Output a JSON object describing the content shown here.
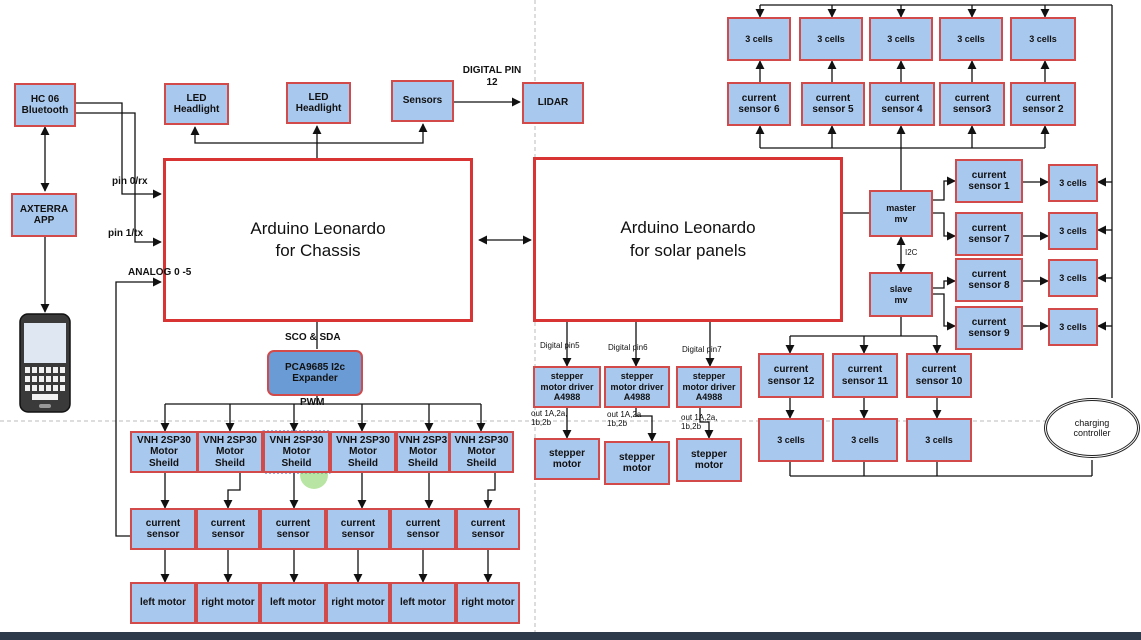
{
  "colors": {
    "box_fill": "#a9c8ee",
    "box_border": "#d24a4a",
    "pca_fill": "#6b9bd4",
    "wire": "#111111"
  },
  "nodes": {
    "hc06": "HC 06\nBluetooth",
    "axterra": "AXTERRA\nAPP",
    "led1": "LED\nHeadlight",
    "led2": "LED\nHeadlight",
    "sensors": "Sensors",
    "lidar": "LIDAR",
    "chassis": "Arduino Leonardo\nfor Chassis",
    "solar": "Arduino Leonardo\nfor solar panels",
    "pca": "PCA9685 I2c\nExpander",
    "vnh": [
      "VNH 2SP30\nMotor\nSheild",
      "VNH 2SP30\nMotor\nSheild",
      "VNH 2SP30\nMotor\nSheild",
      "VNH 2SP30\nMotor\nSheild",
      "VNH 2SP3\nMotor\nSheild",
      "VNH 2SP30\nMotor\nSheild"
    ],
    "current_sensor": [
      "current\nsensor",
      "current\nsensor",
      "current\nsensor",
      "current\nsensor",
      "current\nsensor",
      "current\nsensor"
    ],
    "motors": [
      "left motor",
      "right motor",
      "left motor",
      "right motor",
      "left motor",
      "right motor"
    ],
    "stepper_drivers": [
      "stepper\nmotor driver\nA4988",
      "stepper\nmotor driver\nA4988",
      "stepper\nmotor driver\nA4988"
    ],
    "stepper_motors": [
      "stepper\nmotor",
      "stepper\nmotor",
      "stepper\nmotor"
    ],
    "top_cells": [
      "3 cells",
      "3 cells",
      "3 cells",
      "3 cells",
      "3 cells"
    ],
    "top_sensors": [
      "current\nsensor 6",
      "current\nsensor 5",
      "current\nsensor 4",
      "current\nsensor3",
      "current\nsensor 2"
    ],
    "master": "master\nmv",
    "slave": "slave\nmv",
    "right_sensors": [
      "current\nsensor 1",
      "current\nsensor 7",
      "current\nsensor 8",
      "current\nsensor 9"
    ],
    "right_cells": [
      "3 cells",
      "3 cells",
      "3 cells",
      "3 cells"
    ],
    "bottom_sensors": [
      "current\nsensor 12",
      "current\nsensor 11",
      "current\nsensor 10"
    ],
    "bottom_cells": [
      "3 cells",
      "3 cells",
      "3 cells"
    ],
    "charging": "charging\ncontroller"
  },
  "labels": {
    "digital_pin12": "DIGITAL PIN\n12",
    "pin_rx": "pin 0/rx",
    "pin_tx": "pin 1/tx",
    "analog": "ANALOG 0 -5",
    "sco_sda": "SCO & SDA",
    "pwm": "PWM",
    "i2c": "I2C",
    "dpin5": "Digital pin5",
    "dpin6": "Digital pin6",
    "dpin7": "Digital pin7",
    "out1": "out 1A,2a,\n1b,2b",
    "out2": "out 1A,2a\n1b,2b",
    "out3": "out 1A,2a,\n1b,2b"
  }
}
